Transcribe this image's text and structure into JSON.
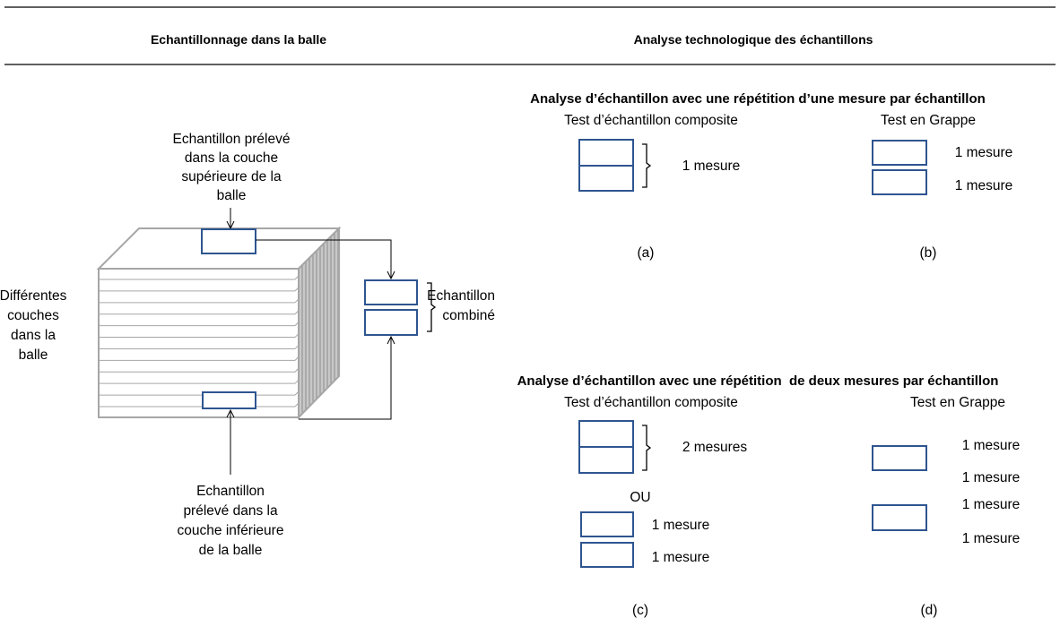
{
  "headers": {
    "left": "Echantillonnage dans la balle",
    "right": "Analyse technologique des échantillons"
  },
  "left_panel": {
    "top_sample_label": [
      "Echantillon prélevé",
      "dans la couche",
      "supérieure de la",
      "balle"
    ],
    "layers_label": [
      "Différentes",
      "couches",
      "dans la",
      "balle"
    ],
    "combined_label": [
      "Echantillon",
      "combiné"
    ],
    "bottom_sample_label": [
      "Echantillon",
      "prélevé dans la",
      "couche inférieure",
      "de la balle"
    ]
  },
  "section_one": {
    "title": "Analyse d’échantillon avec une répétition d’une mesure par échantillon",
    "composite_title": "Test d’échantillon composite",
    "cluster_title": "Test en Grappe",
    "composite_measure": "1 mesure",
    "cluster_measures": [
      "1 mesure",
      "1 mesure"
    ],
    "label_a": "(a)",
    "label_b": "(b)"
  },
  "section_two": {
    "title": "Analyse d’échantillon avec une répétition  de deux mesures par échantillon",
    "composite_title": "Test d’échantillon composite",
    "cluster_title": "Test en Grappe",
    "composite_measure": "2 mesures",
    "or_label": "OU",
    "alt_measures": [
      "1 mesure",
      "1 mesure"
    ],
    "cluster_measures": [
      "1 mesure",
      "1 mesure",
      "1 mesure",
      "1 mesure"
    ],
    "label_c": "(c)",
    "label_d": "(d)"
  },
  "colors": {
    "sample_box": "#2e5590",
    "bale_outline": "#a6a6a6",
    "bale_side": "#c8c8c8"
  }
}
